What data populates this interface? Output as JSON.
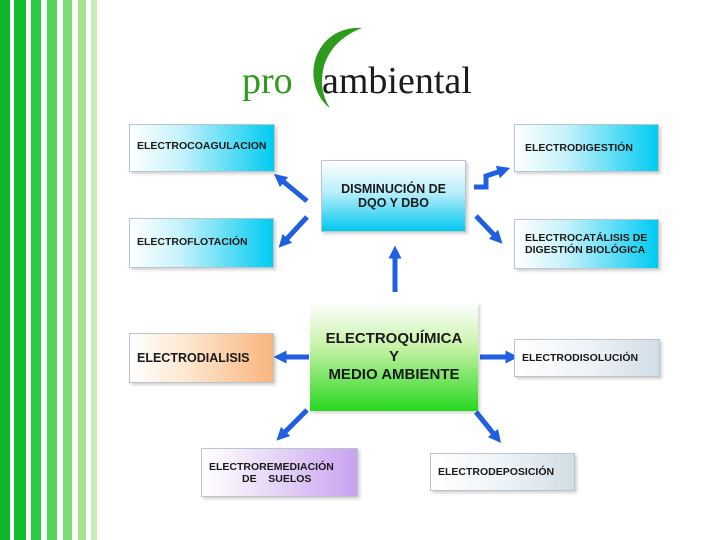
{
  "logo": {
    "pro": "pro",
    "ambiental": "ambiental"
  },
  "colors": {
    "stripe_green": "#0db92b",
    "stripe_light": "#a6e38f",
    "arrow_blue": "#1f5fe0",
    "logo_green": "#2e9b1e"
  },
  "boxes": {
    "electrocoagulacion": "ELECTROCOAGULACION",
    "electroflotacion": "ELECTROFLOTACIÓN",
    "electrodialisis": "ELECTRODIALISIS",
    "electroremediacion_line1": "ELECTROREMEDIACIÓN",
    "electroremediacion_line2": "DE    SUELOS",
    "electrodigestion": "ELECTRODIGESTIÓN",
    "electrocatalisis_line1": "ELECTROCATÁLISIS DE",
    "electrocatalisis_line2": "DIGESTIÓN BIOLÓGICA",
    "electrodisolucion": "ELECTRODISOLUCIÓN",
    "electrodeposicion": "ELECTRODEPOSICIÓN",
    "disminucion_line1": "DISMINUCIÓN DE",
    "disminucion_line2": "DQO Y DBO",
    "central_line1": "ELECTROQUÍMICA",
    "central_line2": "Y",
    "central_line3": "MEDIO AMBIENTE"
  }
}
